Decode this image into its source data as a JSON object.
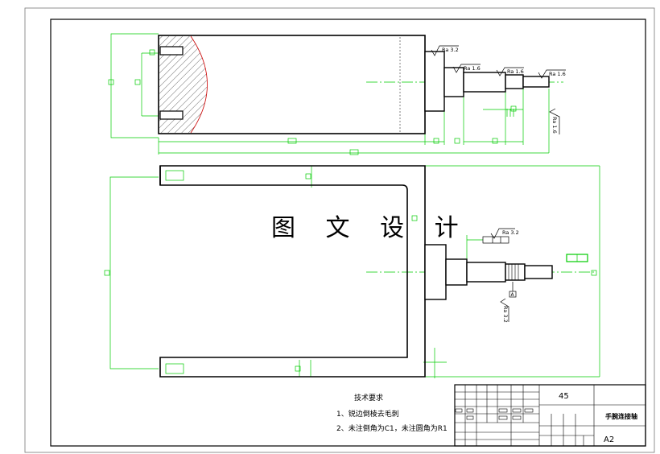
{
  "watermark": "图 文 设 计",
  "roughness": {
    "top_a": "Ra 3.2",
    "top_b": "Ra 1.6",
    "top_c": "Ra 1.6",
    "top_d": "Ra 1.6",
    "side": "Ra 1.6",
    "mid_a": "Ra 3.2",
    "mid_b": "Ra 3.2"
  },
  "datum_label": "A",
  "tech": {
    "title": "技术要求",
    "line1": "1、锐边倒棱去毛刺",
    "line2": "2、未注倒角为C1，未注圆角为R1"
  },
  "title_block": {
    "material": "45",
    "part_name": "手腕连接轴",
    "sheet_size": "A2"
  },
  "colors": {
    "outline": "#000000",
    "dimension": "#00cc00",
    "section_hatch": "#000000",
    "break_line": "#cc0000",
    "background": "#ffffff"
  }
}
